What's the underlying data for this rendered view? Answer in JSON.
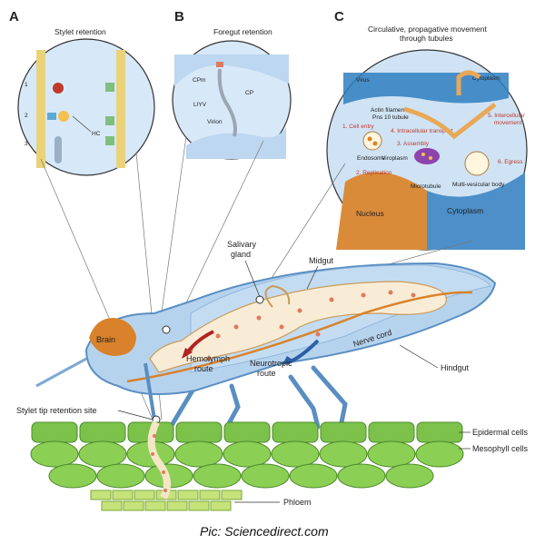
{
  "panels": {
    "a": {
      "letter": "A",
      "title": "Stylet retention",
      "rows": [
        "1",
        "2",
        "3"
      ],
      "hc": "HC"
    },
    "b": {
      "letter": "B",
      "title": "Foregut retention",
      "cpm": "CPm",
      "cp": "CP",
      "liyv": "LIYV",
      "virion": "Virion"
    },
    "c": {
      "letter": "C",
      "title_line1": "Circulative, propagative movement",
      "title_line2": "through tubules",
      "virus": "Virus",
      "cytoplasm_top": "Cytoplasm",
      "actin": "Actin filaments",
      "pns10": "Pns 10 tubule",
      "step1": "1. Cell entry",
      "step4": "4. Intracellular transport",
      "step3": "3. Assembly",
      "step2": "2. Replication",
      "step5_line1": "5. Intercellular",
      "step5_line2": "movement",
      "step6": "6. Egress",
      "endosome": "Endosome",
      "viroplasm": "Viroplasm",
      "microtubule": "Microtubule",
      "mvb": "Multi-vesicular body",
      "nucleus": "Nucleus",
      "cytoplasm_bottom": "Cytoplasm"
    }
  },
  "insect_labels": {
    "salivary_gland_line1": "Salivary",
    "salivary_gland_line2": "gland",
    "midgut": "Midgut",
    "brain": "Brain",
    "hemolymph_line1": "Hemolymph",
    "hemolymph_line2": "route",
    "neurotropic_line1": "Neurotropic",
    "neurotropic_line2": "route",
    "nerve_cord": "Nerve cord",
    "hindgut": "Hindgut",
    "stylet_tip": "Stylet tip retention site"
  },
  "plant_labels": {
    "epidermal": "Epidermal cells",
    "mesophyll": "Mesophyll cells",
    "phloem": "Phloem"
  },
  "caption": "Pic: Sciencedirect.com",
  "colors": {
    "insect_body": "#b6d3ee",
    "insect_outline": "#5a8ec2",
    "gut": "#f8ecd6",
    "brain": "#d9822b",
    "leaf_green": "#7cc24a",
    "phloem": "#c6e27a",
    "virus_dot": "#e07a5f",
    "route_red": "#b22222",
    "route_blue": "#2b5fa6"
  }
}
